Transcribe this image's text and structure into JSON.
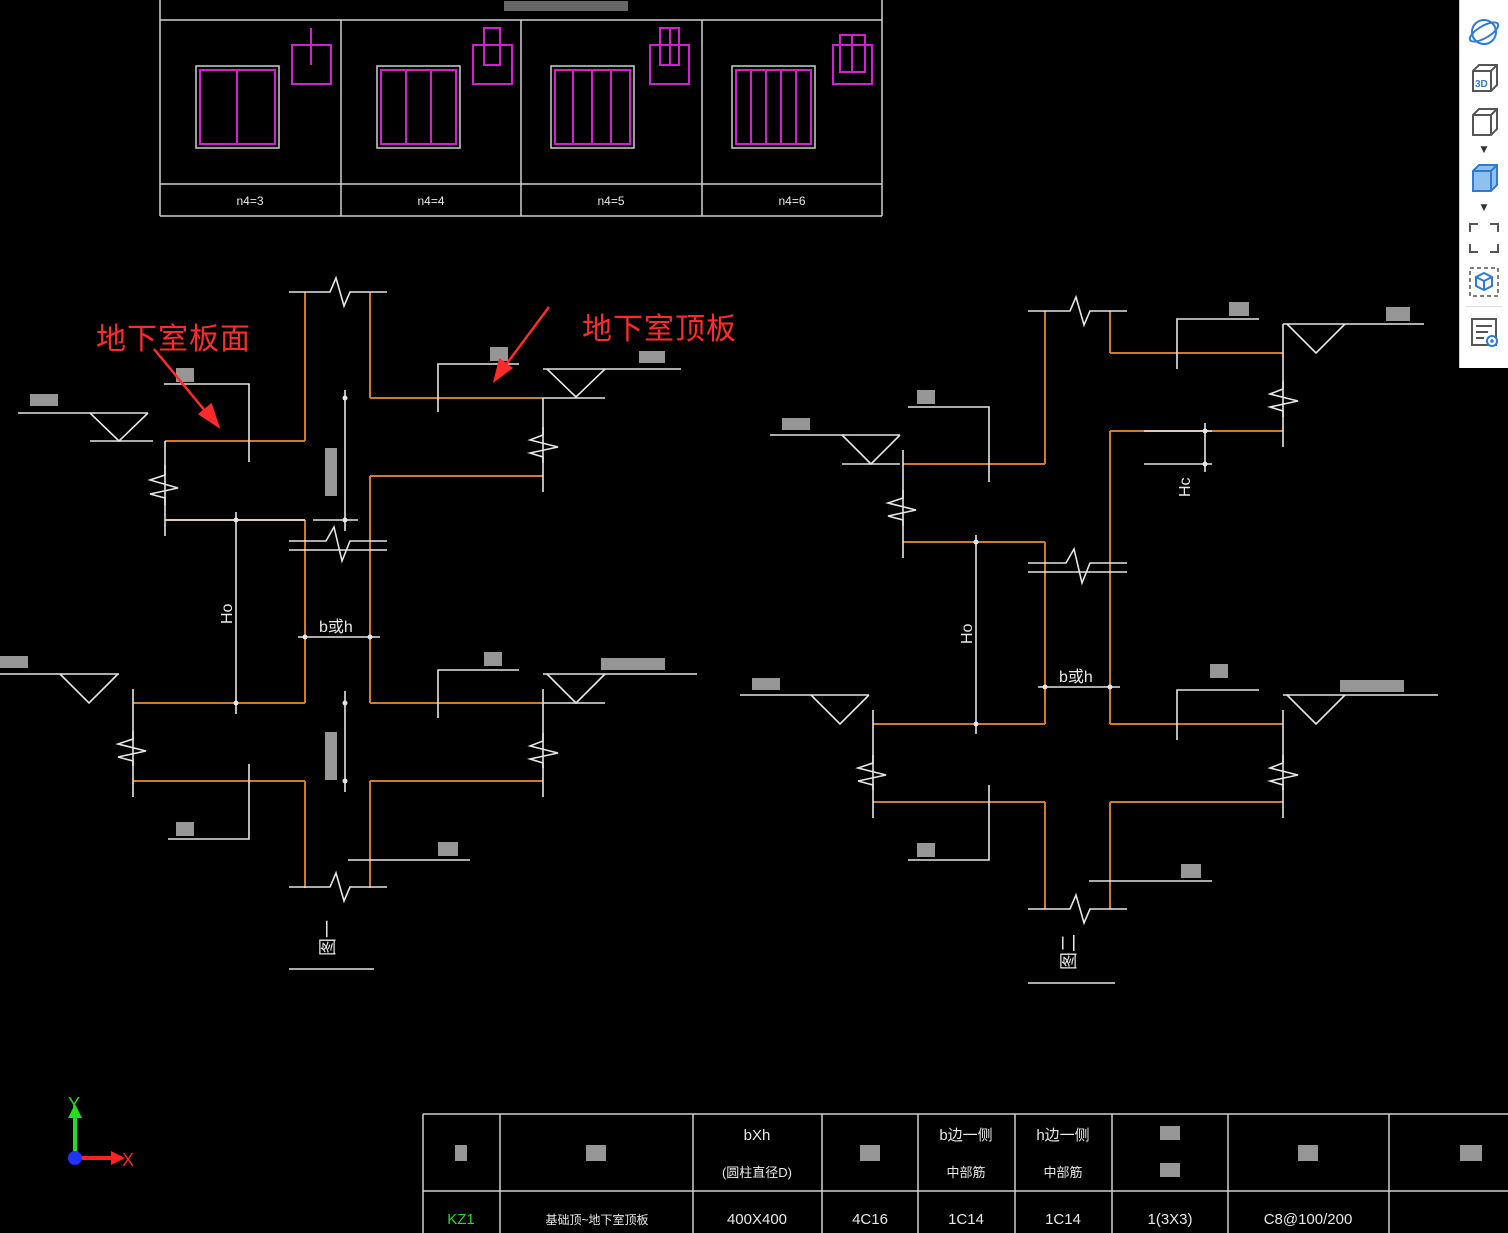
{
  "annotations": {
    "basement_slab_surface": "地下室板面",
    "basement_roof_slab": "地下室顶板"
  },
  "top_table": {
    "labels": [
      "n4=3",
      "n4=4",
      "n4=5",
      "n4=6"
    ]
  },
  "figure1": {
    "dim_h0": "Ho",
    "dim_bh": "b或h",
    "caption": "图一"
  },
  "figure2": {
    "dim_h0": "Ho",
    "dim_bh": "b或h",
    "dim_hc": "Hc",
    "caption": "图二"
  },
  "column_table": {
    "headers": [
      "",
      "",
      "bXh",
      "",
      "b边一侧",
      "h边一侧",
      "",
      "",
      ""
    ],
    "subheaders": [
      "",
      "",
      "(圆柱直径D)",
      "",
      "中部筋",
      "中部筋",
      "",
      "",
      ""
    ],
    "row": [
      "KZ1",
      "基础顶~地下室顶板",
      "400X400",
      "4C16",
      "1C14",
      "1C14",
      "1(3X3)",
      "C8@100/200",
      ""
    ]
  },
  "axis": {
    "y_label": "Y",
    "x_label": "X"
  },
  "toolbar": {
    "items": [
      "orbit-icon",
      "3d-view-icon",
      "box-view-icon",
      "shaded-box-icon",
      "fit-view-icon",
      "component-view-icon",
      "properties-icon"
    ]
  },
  "colors": {
    "background": "#000000",
    "wall_line": "#d07a2a",
    "draw_line": "#ffffff",
    "rebar": "#d020d0",
    "annotation": "#ff2a2a",
    "kz_label": "#22dd22"
  }
}
